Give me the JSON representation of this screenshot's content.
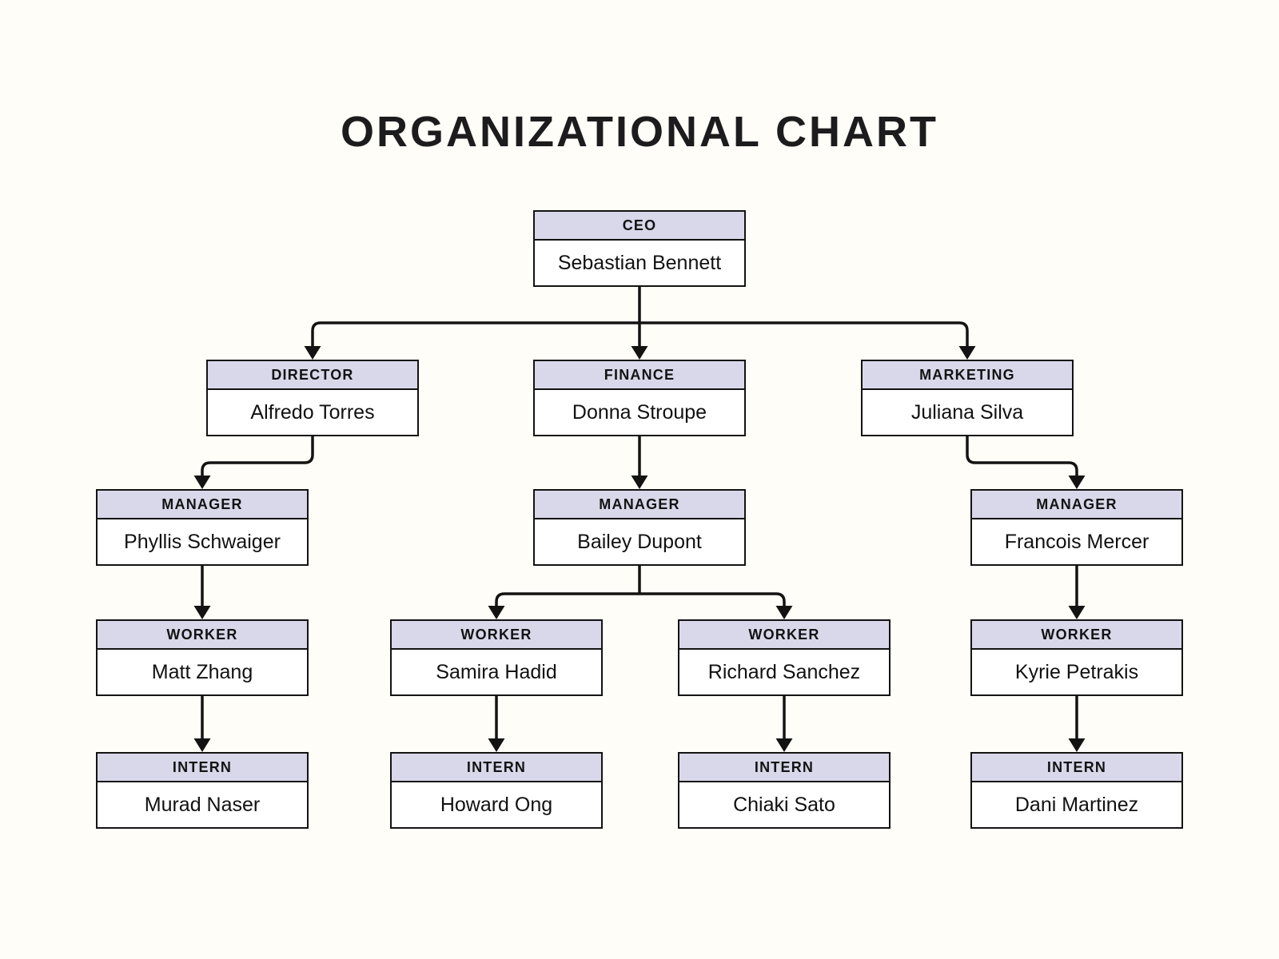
{
  "title": "ORGANIZATIONAL CHART",
  "colors": {
    "background": "#fffdf7",
    "node_header_bg": "#d9d8ea",
    "node_body_bg": "#ffffff",
    "border": "#131313",
    "connector": "#131313",
    "text": "#131313"
  },
  "nodes": [
    {
      "id": "ceo",
      "role": "CEO",
      "name": "Sebastian Bennett"
    },
    {
      "id": "director",
      "role": "DIRECTOR",
      "name": "Alfredo Torres"
    },
    {
      "id": "finance",
      "role": "FINANCE",
      "name": "Donna Stroupe"
    },
    {
      "id": "marketing",
      "role": "MARKETING",
      "name": "Juliana Silva"
    },
    {
      "id": "manager-1",
      "role": "MANAGER",
      "name": "Phyllis Schwaiger"
    },
    {
      "id": "manager-2",
      "role": "MANAGER",
      "name": "Bailey Dupont"
    },
    {
      "id": "manager-3",
      "role": "MANAGER",
      "name": "Francois Mercer"
    },
    {
      "id": "worker-1",
      "role": "WORKER",
      "name": "Matt Zhang"
    },
    {
      "id": "worker-2",
      "role": "WORKER",
      "name": "Samira Hadid"
    },
    {
      "id": "worker-3",
      "role": "WORKER",
      "name": "Richard Sanchez"
    },
    {
      "id": "worker-4",
      "role": "WORKER",
      "name": "Kyrie Petrakis"
    },
    {
      "id": "intern-1",
      "role": "INTERN",
      "name": "Murad Naser"
    },
    {
      "id": "intern-2",
      "role": "INTERN",
      "name": "Howard Ong"
    },
    {
      "id": "intern-3",
      "role": "INTERN",
      "name": "Chiaki Sato"
    },
    {
      "id": "intern-4",
      "role": "INTERN",
      "name": "Dani Martinez"
    }
  ],
  "edges": [
    {
      "from": "ceo",
      "to": "director"
    },
    {
      "from": "ceo",
      "to": "finance"
    },
    {
      "from": "ceo",
      "to": "marketing"
    },
    {
      "from": "director",
      "to": "manager-1"
    },
    {
      "from": "finance",
      "to": "manager-2"
    },
    {
      "from": "marketing",
      "to": "manager-3"
    },
    {
      "from": "manager-1",
      "to": "worker-1"
    },
    {
      "from": "manager-2",
      "to": "worker-2"
    },
    {
      "from": "manager-2",
      "to": "worker-3"
    },
    {
      "from": "manager-3",
      "to": "worker-4"
    },
    {
      "from": "worker-1",
      "to": "intern-1"
    },
    {
      "from": "worker-2",
      "to": "intern-2"
    },
    {
      "from": "worker-3",
      "to": "intern-3"
    },
    {
      "from": "worker-4",
      "to": "intern-4"
    }
  ]
}
